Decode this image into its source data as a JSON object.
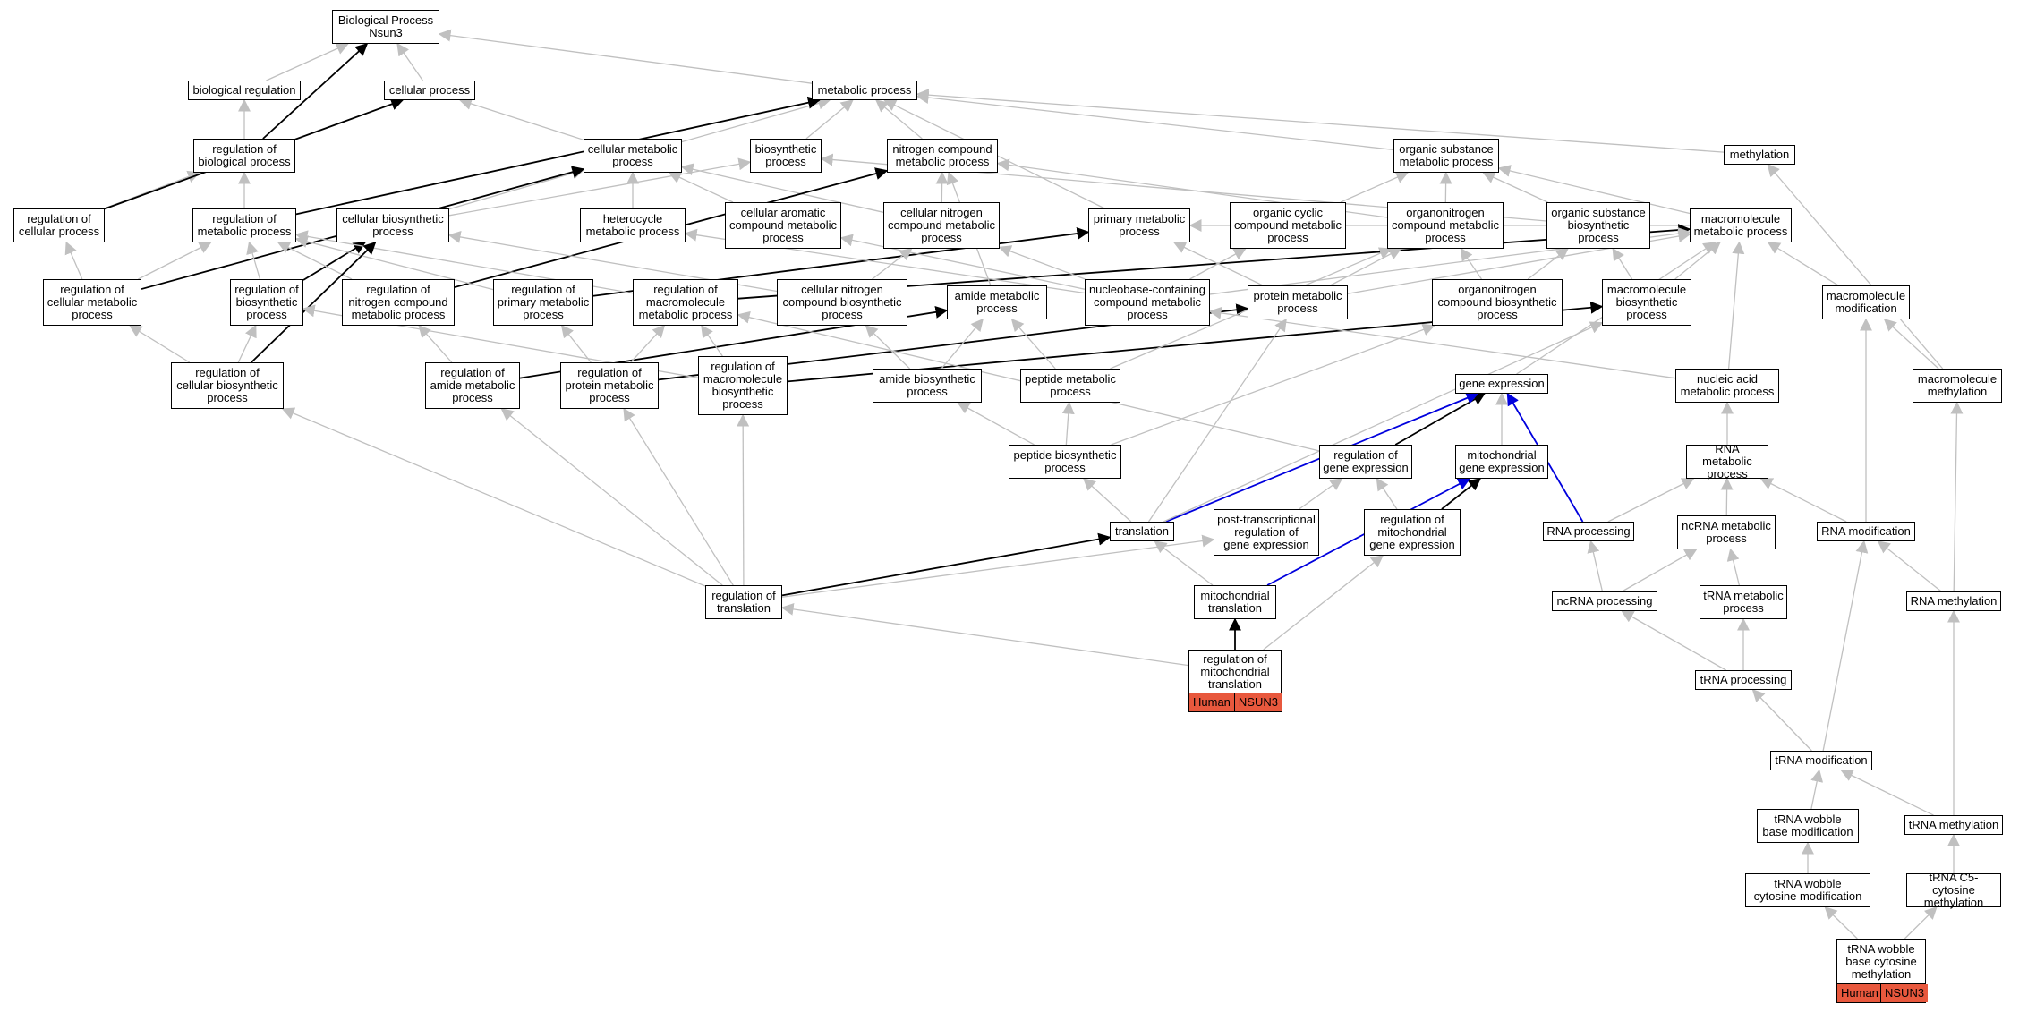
{
  "colors": {
    "gray_edge": "#c0c0c0",
    "black_edge": "#000000",
    "blue_edge": "#0000dd",
    "tag_fill": "#e8583d"
  },
  "nodes": {
    "n_bp": "Biological Process\nNsun3",
    "n_bioreg": "biological regulation",
    "n_cellproc": "cellular process",
    "n_metab": "metabolic process",
    "n_regbio": "regulation of\nbiological process",
    "n_cellmet": "cellular metabolic\nprocess",
    "n_biosyn": "biosynthetic\nprocess",
    "n_nitro": "nitrogen compound\nmetabolic process",
    "n_orgsub": "organic substance\nmetabolic process",
    "n_methyl": "methylation",
    "n_regcell": "regulation of\ncellular process",
    "n_regmet": "regulation of\nmetabolic process",
    "n_cellbio": "cellular biosynthetic\nprocess",
    "n_hetero": "heterocycle\nmetabolic process",
    "n_arom": "cellular aromatic\ncompound metabolic\nprocess",
    "n_cellnit": "cellular nitrogen\ncompound metabolic\nprocess",
    "n_primary": "primary metabolic\nprocess",
    "n_orgcyc": "organic cyclic\ncompound metabolic\nprocess",
    "n_orgnit": "organonitrogen\ncompound metabolic\nprocess",
    "n_orgsubbio": "organic substance\nbiosynthetic\nprocess",
    "n_macro": "macromolecule\nmetabolic process",
    "n_regcellmet": "regulation of\ncellular metabolic\nprocess",
    "n_regbiosyn": "regulation of\nbiosynthetic\nprocess",
    "n_regnit": "regulation of\nnitrogen compound\nmetabolic process",
    "n_regprim": "regulation of\nprimary metabolic\nprocess",
    "n_regmacro": "regulation of\nmacromolecule\nmetabolic process",
    "n_cellnitbio": "cellular nitrogen\ncompound biosynthetic\nprocess",
    "n_amide": "amide metabolic\nprocess",
    "n_nucbase": "nucleobase-containing\ncompound metabolic\nprocess",
    "n_protmet": "protein metabolic\nprocess",
    "n_orgnitbio": "organonitrogen\ncompound biosynthetic\nprocess",
    "n_macrobio": "macromolecule\nbiosynthetic\nprocess",
    "n_macromod": "macromolecule\nmodification",
    "n_regcellbio": "regulation of\ncellular biosynthetic\nprocess",
    "n_regamide": "regulation of\namide metabolic\nprocess",
    "n_regprot": "regulation of\nprotein metabolic\nprocess",
    "n_regmacrobio": "regulation of\nmacromolecule\nbiosynthetic\nprocess",
    "n_amidebio": "amide biosynthetic\nprocess",
    "n_pepmet": "peptide metabolic\nprocess",
    "n_geneexp": "gene expression",
    "n_nucacid": "nucleic acid\nmetabolic process",
    "n_macromethyl": "macromolecule\nmethylation",
    "n_pepbio": "peptide biosynthetic\nprocess",
    "n_reggene": "regulation of\ngene expression",
    "n_mitogene": "mitochondrial\ngene expression",
    "n_rnamet": "RNA metabolic\nprocess",
    "n_transl": "translation",
    "n_posttr": "post-transcriptional\nregulation of\ngene expression",
    "n_regmitogene": "regulation of\nmitochondrial\ngene expression",
    "n_rnaproc": "RNA processing",
    "n_ncrnamet": "ncRNA metabolic\nprocess",
    "n_rnamod": "RNA modification",
    "n_regtransl": "regulation of\ntranslation",
    "n_mitotransl": "mitochondrial\ntranslation",
    "n_ncrnaproc": "ncRNA processing",
    "n_trnamet": "tRNA metabolic\nprocess",
    "n_rnamethyl": "RNA methylation",
    "n_regmitotransl": "regulation of\nmitochondrial\ntranslation",
    "n_trnaproc": "tRNA processing",
    "n_trnamod": "tRNA modification",
    "n_wobblemod": "tRNA wobble\nbase modification",
    "n_trnamethyl": "tRNA methylation",
    "n_wobblecyt": "tRNA wobble\ncytosine modification",
    "n_c5": "tRNA C5-cytosine\nmethylation",
    "n_wobblecytmeth": "tRNA wobble\nbase cytosine\nmethylation"
  },
  "tags": {
    "regmitotransl": {
      "species": "Human",
      "gene": "NSUN3"
    },
    "wobblecytmeth": {
      "species": "Human",
      "gene": "NSUN3"
    }
  },
  "edges": [
    [
      "n_bioreg",
      "n_bp",
      "gray"
    ],
    [
      "n_cellproc",
      "n_bp",
      "gray"
    ],
    [
      "n_metab",
      "n_bp",
      "gray"
    ],
    [
      "n_regbio",
      "n_bioreg",
      "gray"
    ],
    [
      "n_regbio",
      "n_bp",
      "black"
    ],
    [
      "n_cellmet",
      "n_cellproc",
      "gray"
    ],
    [
      "n_cellmet",
      "n_metab",
      "gray"
    ],
    [
      "n_biosyn",
      "n_metab",
      "gray"
    ],
    [
      "n_nitro",
      "n_metab",
      "gray"
    ],
    [
      "n_orgsub",
      "n_metab",
      "gray"
    ],
    [
      "n_methyl",
      "n_metab",
      "gray"
    ],
    [
      "n_regcell",
      "n_regbio",
      "gray"
    ],
    [
      "n_regcell",
      "n_cellproc",
      "black"
    ],
    [
      "n_regmet",
      "n_regbio",
      "gray"
    ],
    [
      "n_regmet",
      "n_metab",
      "black"
    ],
    [
      "n_cellbio",
      "n_cellmet",
      "gray"
    ],
    [
      "n_cellbio",
      "n_biosyn",
      "gray"
    ],
    [
      "n_hetero",
      "n_cellmet",
      "gray"
    ],
    [
      "n_arom",
      "n_cellmet",
      "gray"
    ],
    [
      "n_cellnit",
      "n_nitro",
      "gray"
    ],
    [
      "n_cellnit",
      "n_cellmet",
      "gray"
    ],
    [
      "n_primary",
      "n_metab",
      "gray"
    ],
    [
      "n_orgcyc",
      "n_orgsub",
      "gray"
    ],
    [
      "n_orgnit",
      "n_orgsub",
      "gray"
    ],
    [
      "n_orgnit",
      "n_nitro",
      "gray"
    ],
    [
      "n_orgsubbio",
      "n_orgsub",
      "gray"
    ],
    [
      "n_orgsubbio",
      "n_biosyn",
      "gray"
    ],
    [
      "n_macro",
      "n_orgsub",
      "gray"
    ],
    [
      "n_macro",
      "n_primary",
      "gray"
    ],
    [
      "n_regcellmet",
      "n_regcell",
      "gray"
    ],
    [
      "n_regcellmet",
      "n_regmet",
      "gray"
    ],
    [
      "n_regcellmet",
      "n_cellmet",
      "black"
    ],
    [
      "n_regbiosyn",
      "n_regmet",
      "gray"
    ],
    [
      "n_regbiosyn",
      "n_cellbio",
      "black"
    ],
    [
      "n_regnit",
      "n_regmet",
      "gray"
    ],
    [
      "n_regnit",
      "n_nitro",
      "black"
    ],
    [
      "n_regprim",
      "n_regmet",
      "gray"
    ],
    [
      "n_regprim",
      "n_primary",
      "black"
    ],
    [
      "n_regmacro",
      "n_regmet",
      "gray"
    ],
    [
      "n_regmacro",
      "n_macro",
      "black"
    ],
    [
      "n_cellnitbio",
      "n_cellnit",
      "gray"
    ],
    [
      "n_cellnitbio",
      "n_cellbio",
      "gray"
    ],
    [
      "n_amide",
      "n_nitro",
      "gray"
    ],
    [
      "n_nucbase",
      "n_hetero",
      "gray"
    ],
    [
      "n_nucbase",
      "n_arom",
      "gray"
    ],
    [
      "n_nucbase",
      "n_cellnit",
      "gray"
    ],
    [
      "n_nucbase",
      "n_orgcyc",
      "gray"
    ],
    [
      "n_nucbase",
      "n_macro",
      "gray"
    ],
    [
      "n_protmet",
      "n_primary",
      "gray"
    ],
    [
      "n_protmet",
      "n_orgnit",
      "gray"
    ],
    [
      "n_protmet",
      "n_macro",
      "gray"
    ],
    [
      "n_orgnitbio",
      "n_orgnit",
      "gray"
    ],
    [
      "n_orgnitbio",
      "n_orgsubbio",
      "gray"
    ],
    [
      "n_macrobio",
      "n_macro",
      "gray"
    ],
    [
      "n_macrobio",
      "n_orgsubbio",
      "gray"
    ],
    [
      "n_macromod",
      "n_macro",
      "gray"
    ],
    [
      "n_regcellbio",
      "n_regcellmet",
      "gray"
    ],
    [
      "n_regcellbio",
      "n_regbiosyn",
      "gray"
    ],
    [
      "n_regcellbio",
      "n_cellbio",
      "black"
    ],
    [
      "n_regamide",
      "n_regnit",
      "gray"
    ],
    [
      "n_regamide",
      "n_amide",
      "black"
    ],
    [
      "n_regprot",
      "n_regprim",
      "gray"
    ],
    [
      "n_regprot",
      "n_regmacro",
      "gray"
    ],
    [
      "n_regprot",
      "n_protmet",
      "black"
    ],
    [
      "n_regmacrobio",
      "n_regmacro",
      "gray"
    ],
    [
      "n_regmacrobio",
      "n_regbiosyn",
      "gray"
    ],
    [
      "n_regmacrobio",
      "n_macrobio",
      "black"
    ],
    [
      "n_amidebio",
      "n_amide",
      "gray"
    ],
    [
      "n_amidebio",
      "n_cellnitbio",
      "gray"
    ],
    [
      "n_pepmet",
      "n_amide",
      "gray"
    ],
    [
      "n_pepmet",
      "n_orgnit",
      "gray"
    ],
    [
      "n_geneexp",
      "n_macro",
      "gray"
    ],
    [
      "n_nucacid",
      "n_macro",
      "gray"
    ],
    [
      "n_nucacid",
      "n_nucbase",
      "gray"
    ],
    [
      "n_macromethyl",
      "n_macromod",
      "gray"
    ],
    [
      "n_macromethyl",
      "n_methyl",
      "gray"
    ],
    [
      "n_pepbio",
      "n_pepmet",
      "gray"
    ],
    [
      "n_pepbio",
      "n_amidebio",
      "gray"
    ],
    [
      "n_pepbio",
      "n_orgnitbio",
      "gray"
    ],
    [
      "n_reggene",
      "n_geneexp",
      "black"
    ],
    [
      "n_reggene",
      "n_regmacro",
      "gray"
    ],
    [
      "n_mitogene",
      "n_geneexp",
      "gray"
    ],
    [
      "n_rnamet",
      "n_nucacid",
      "gray"
    ],
    [
      "n_transl",
      "n_pepbio",
      "gray"
    ],
    [
      "n_transl",
      "n_geneexp",
      "blue"
    ],
    [
      "n_transl",
      "n_protmet",
      "gray"
    ],
    [
      "n_transl",
      "n_macrobio",
      "gray"
    ],
    [
      "n_posttr",
      "n_reggene",
      "gray"
    ],
    [
      "n_regmitogene",
      "n_mitogene",
      "black"
    ],
    [
      "n_regmitogene",
      "n_reggene",
      "gray"
    ],
    [
      "n_rnaproc",
      "n_rnamet",
      "gray"
    ],
    [
      "n_rnaproc",
      "n_geneexp",
      "blue"
    ],
    [
      "n_ncrnamet",
      "n_rnamet",
      "gray"
    ],
    [
      "n_rnamod",
      "n_rnamet",
      "gray"
    ],
    [
      "n_rnamod",
      "n_macromod",
      "gray"
    ],
    [
      "n_regtransl",
      "n_transl",
      "black"
    ],
    [
      "n_regtransl",
      "n_posttr",
      "gray"
    ],
    [
      "n_regtransl",
      "n_regamide",
      "gray"
    ],
    [
      "n_regtransl",
      "n_regprot",
      "gray"
    ],
    [
      "n_regtransl",
      "n_regmacrobio",
      "gray"
    ],
    [
      "n_regtransl",
      "n_regcellbio",
      "gray"
    ],
    [
      "n_mitotransl",
      "n_transl",
      "gray"
    ],
    [
      "n_mitotransl",
      "n_mitogene",
      "blue"
    ],
    [
      "n_ncrnaproc",
      "n_rnaproc",
      "gray"
    ],
    [
      "n_ncrnaproc",
      "n_ncrnamet",
      "gray"
    ],
    [
      "n_trnamet",
      "n_ncrnamet",
      "gray"
    ],
    [
      "n_rnamethyl",
      "n_rnamod",
      "gray"
    ],
    [
      "n_rnamethyl",
      "n_macromethyl",
      "gray"
    ],
    [
      "n_regmitotransl",
      "n_mitotransl",
      "black"
    ],
    [
      "n_regmitotransl",
      "n_regtransl",
      "gray"
    ],
    [
      "n_regmitotransl",
      "n_regmitogene",
      "gray"
    ],
    [
      "n_trnaproc",
      "n_ncrnaproc",
      "gray"
    ],
    [
      "n_trnaproc",
      "n_trnamet",
      "gray"
    ],
    [
      "n_trnamod",
      "n_trnaproc",
      "gray"
    ],
    [
      "n_trnamod",
      "n_rnamod",
      "gray"
    ],
    [
      "n_wobblemod",
      "n_trnamod",
      "gray"
    ],
    [
      "n_trnamethyl",
      "n_trnamod",
      "gray"
    ],
    [
      "n_trnamethyl",
      "n_rnamethyl",
      "gray"
    ],
    [
      "n_wobblecyt",
      "n_wobblemod",
      "gray"
    ],
    [
      "n_c5",
      "n_trnamethyl",
      "gray"
    ],
    [
      "n_wobblecytmeth",
      "n_wobblecyt",
      "gray"
    ],
    [
      "n_wobblecytmeth",
      "n_c5",
      "gray"
    ]
  ]
}
